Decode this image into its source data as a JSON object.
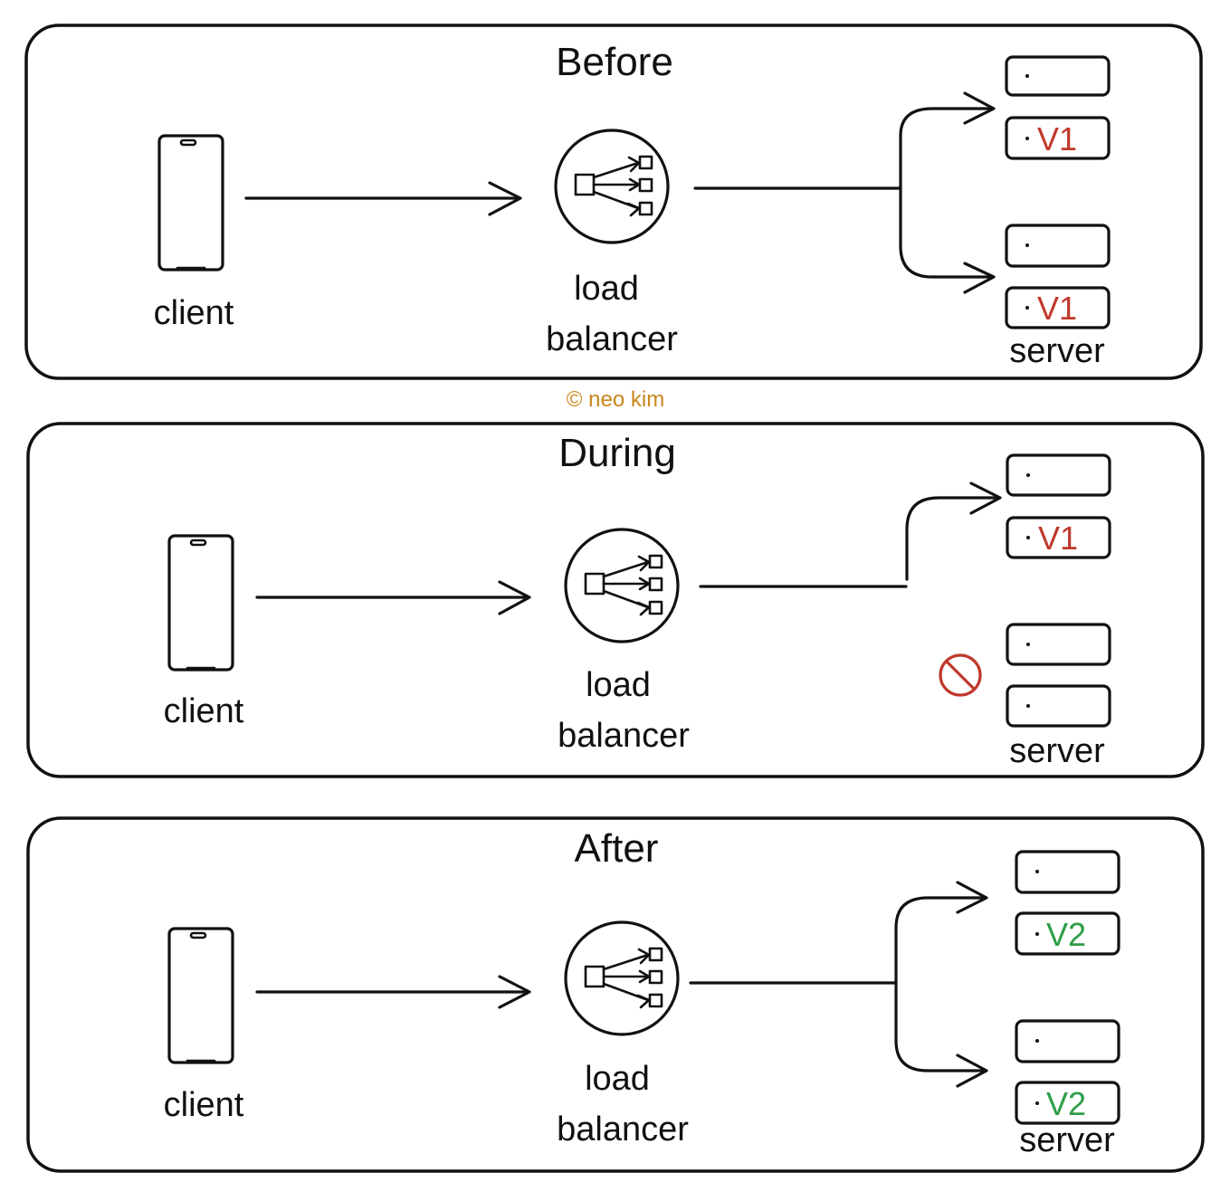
{
  "colors": {
    "ink": "#111111",
    "v1": "#c0392b",
    "v2": "#2e9e48",
    "blocked": "#c0392b",
    "watermark": "#c8861a"
  },
  "watermark": "© neo kim",
  "panels": [
    {
      "title": "Before",
      "client_label": "client",
      "lb_label_line1": "load",
      "lb_label_line2": "balancer",
      "server_label": "server",
      "servers": [
        {
          "version": "V1",
          "receives_traffic": true
        },
        {
          "version": "V1",
          "receives_traffic": true
        }
      ]
    },
    {
      "title": "During",
      "client_label": "client",
      "lb_label_line1": "load",
      "lb_label_line2": "balancer",
      "server_label": "server",
      "servers": [
        {
          "version": "V1",
          "receives_traffic": true
        },
        {
          "version": "",
          "receives_traffic": false,
          "icon": "blocked-icon"
        }
      ]
    },
    {
      "title": "After",
      "client_label": "client",
      "lb_label_line1": "load",
      "lb_label_line2": "balancer",
      "server_label": "server",
      "servers": [
        {
          "version": "V2",
          "receives_traffic": true
        },
        {
          "version": "V2",
          "receives_traffic": true
        }
      ]
    }
  ]
}
